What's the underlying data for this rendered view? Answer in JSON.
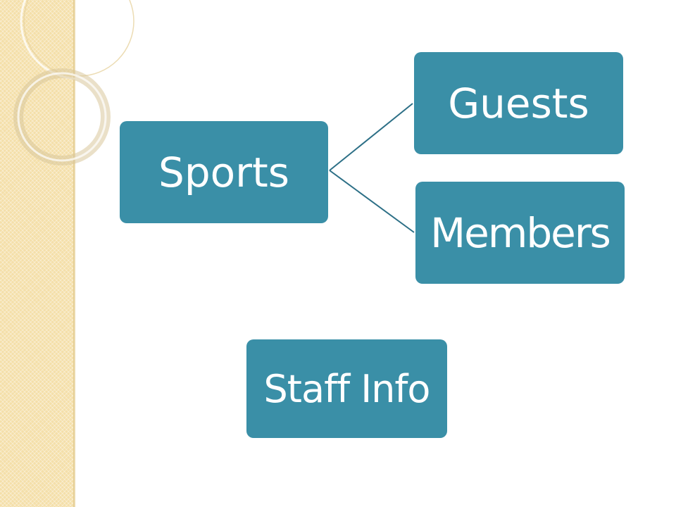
{
  "diagram": {
    "root": {
      "label": "Sports"
    },
    "children": [
      {
        "label": "Guests"
      },
      {
        "label": "Members"
      }
    ],
    "standalone": {
      "label": "Staff Info"
    }
  },
  "colors": {
    "node_fill": "#3a8fa7",
    "node_text": "#ffffff",
    "connector": "#2c6f86",
    "side_band": "#f4dfa9",
    "background": "#ffffff"
  }
}
